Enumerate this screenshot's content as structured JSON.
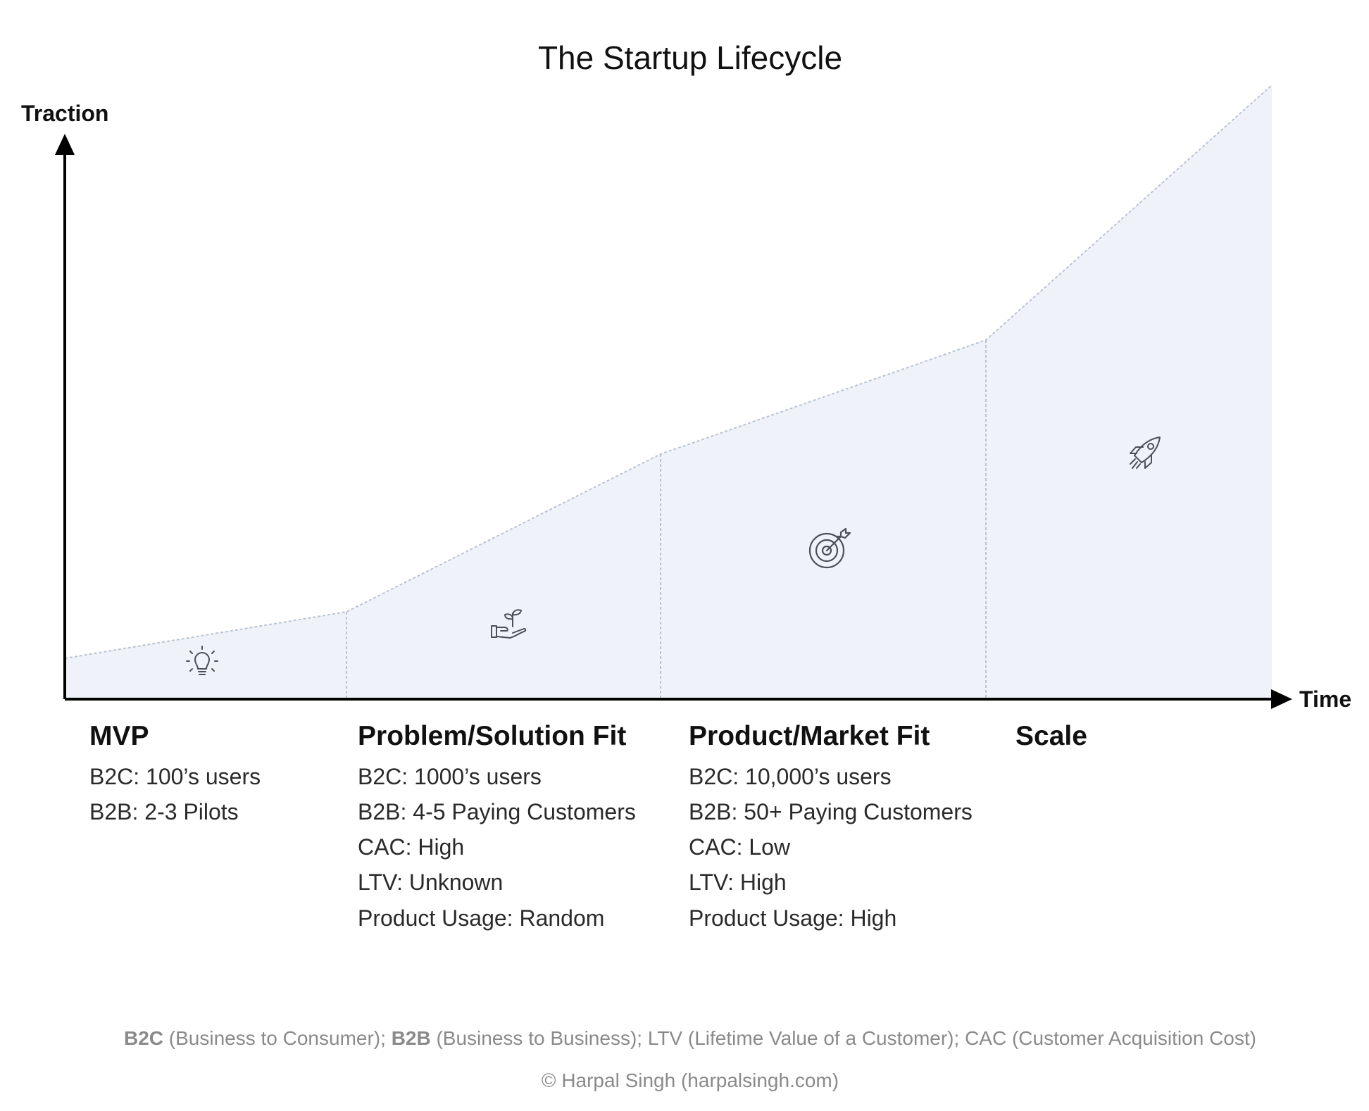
{
  "title": "The Startup Lifecycle",
  "y_axis_label": "Traction",
  "x_axis_label": "Time",
  "stages": [
    {
      "name": "MVP",
      "icon": "lightbulb-icon",
      "lines": [
        "B2C: 100’s users",
        "B2B: 2-3 Pilots"
      ]
    },
    {
      "name": "Problem/Solution Fit",
      "icon": "seedling-hand-icon",
      "lines": [
        "B2C: 1000’s users",
        "B2B: 4-5 Paying Customers",
        "CAC: High",
        "LTV: Unknown",
        "Product Usage: Random"
      ]
    },
    {
      "name": "Product/Market Fit",
      "icon": "target-icon",
      "lines": [
        "B2C: 10,000’s users",
        "B2B: 50+ Paying Customers",
        "CAC: Low",
        "LTV: High",
        "Product Usage: High"
      ]
    },
    {
      "name": "Scale",
      "icon": "rocket-icon",
      "lines": []
    }
  ],
  "footnote": {
    "b2c_abbr": "B2C",
    "b2c_def": " (Business to Consumer); ",
    "b2b_abbr": "B2B",
    "b2b_def": " (Business to Business); LTV (Lifetime Value of a Customer); CAC (Customer Acquisition Cost)"
  },
  "credit": "© Harpal Singh (harpalsingh.com)",
  "colors": {
    "area_fill": "#eff3f9",
    "outline": "#b9c3d3",
    "axis": "#000000",
    "icon": "#4a4f5a",
    "footnote": "#8a8a8a"
  }
}
